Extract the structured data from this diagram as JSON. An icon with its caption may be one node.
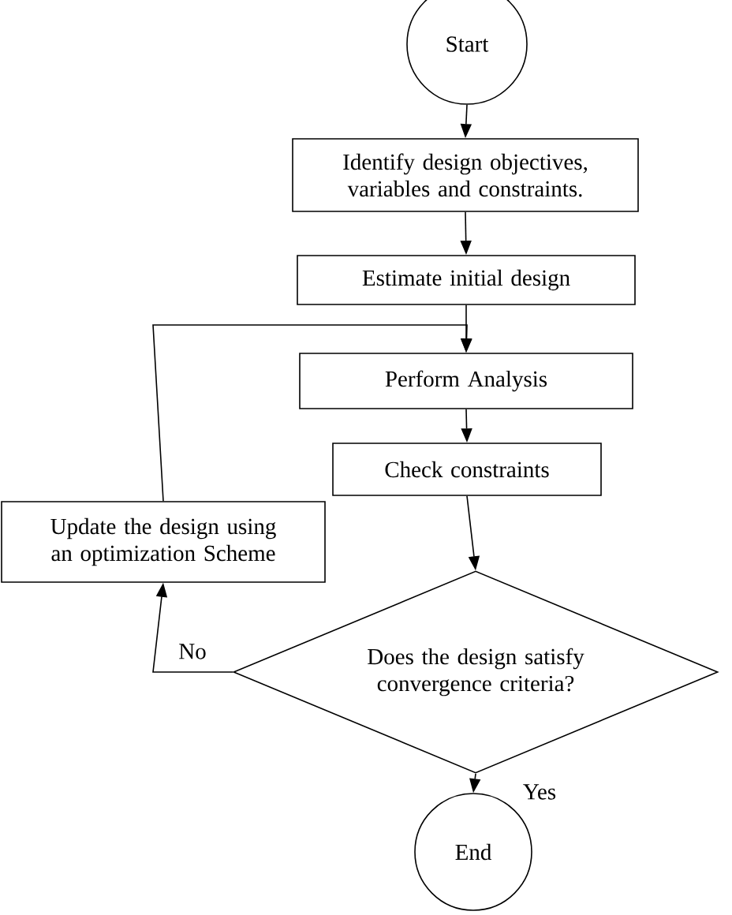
{
  "diagram": {
    "nodes": [
      {
        "text": [
          "Start"
        ]
      },
      {
        "text": [
          "Identify design objectives, variables and constraints."
        ]
      },
      {
        "text": [
          "Estimate initial design"
        ]
      },
      {
        "text": [
          "Perform Analysis"
        ]
      },
      {
        "text": [
          "Check constraints"
        ]
      },
      {
        "text": [
          "Update the design using an optimization Scheme"
        ]
      },
      {
        "text": [
          "Does the design satisfy convergence criteria?"
        ]
      },
      {
        "text": [
          "End"
        ]
      }
    ],
    "edges": [
      {
        "from": 0,
        "to": 1,
        "arrow": "to"
      },
      {
        "from": 1,
        "to": 2,
        "arrow": "to"
      },
      {
        "from": 2,
        "to": 3,
        "arrow": "to"
      },
      {
        "from": 3,
        "to": 4,
        "arrow": "to"
      },
      {
        "from": 4,
        "to": 6,
        "arrow": "to"
      },
      {
        "from": 6,
        "to": 5,
        "arrow": "to",
        "label": "No"
      },
      {
        "from": 5,
        "to": 3,
        "arrow": "to"
      },
      {
        "from": 6,
        "to": 7,
        "arrow": "to",
        "label": "Yes"
      }
    ]
  }
}
